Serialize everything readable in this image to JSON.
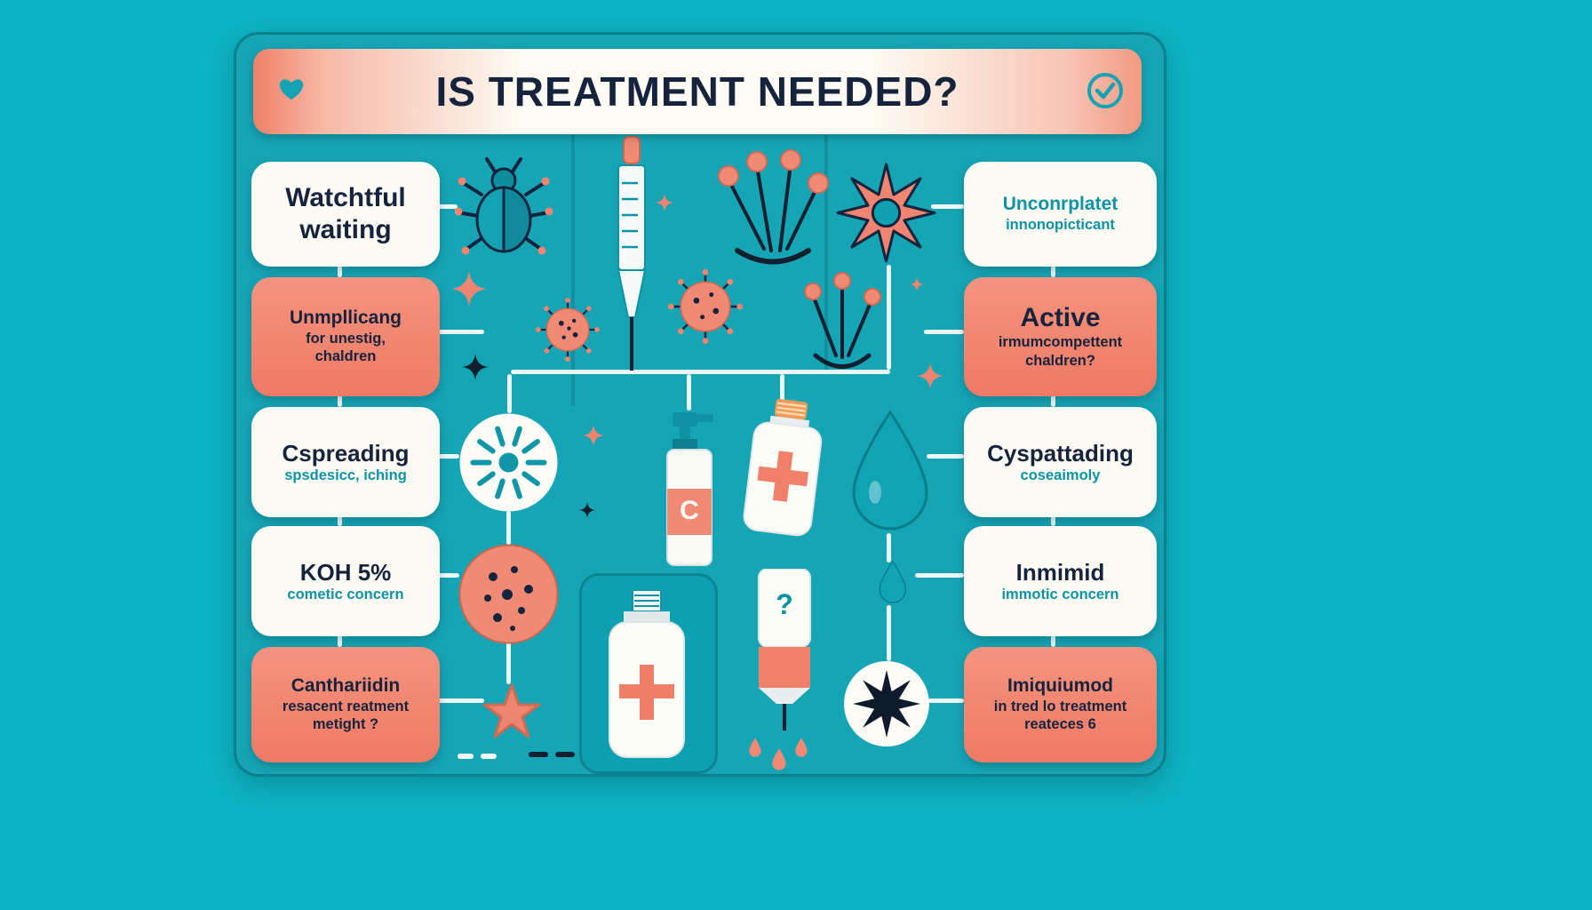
{
  "colors": {
    "background": "#0db4c4",
    "panel": "#16a5b5",
    "coral": "#ef8068",
    "card_white": "#fbfbf4",
    "navy_text": "#16233c",
    "teal_text": "#0d93a5"
  },
  "header": {
    "title": "IS TREATMENT NEEDED?"
  },
  "left_column": [
    {
      "t1": "Watchtful",
      "t2": "waiting"
    },
    {
      "t1": "Unmpllicang",
      "t2": "for unestig,",
      "t3": "chaldren"
    },
    {
      "t1": "Cspreading",
      "t2": "spsdesicc, iching"
    },
    {
      "t1": "KOH 5%",
      "t2": "cometic concern"
    },
    {
      "t1": "Canthariidin",
      "t2": "resacent reatment",
      "t3": "metight ?"
    }
  ],
  "right_column": [
    {
      "t1": "Unconrplatet",
      "t2": "innonopicticant"
    },
    {
      "t1": "Active",
      "t2": "irmumcompettent",
      "t3": "chaldren?"
    },
    {
      "t1": "Cyspattading",
      "t2": "coseaimoly"
    },
    {
      "t1": "Inmimid",
      "t2": "immotic concern"
    },
    {
      "t1": "Imiquiumod",
      "t2": "in tred lo treatment",
      "t3": "reateces 6"
    }
  ],
  "icons": {
    "heart": "heart-icon",
    "check": "check-circle-icon",
    "tick_bug": "tick-icon",
    "syringe": "syringe-icon",
    "virus": "virus-icon",
    "pin_cluster": "pin-cluster-icon",
    "compass_star": "compass-star-icon",
    "sun": "sun-icon",
    "lesion_ball": "dotted-ball-icon",
    "pump_bottle": "pump-bottle-icon",
    "ointment_tube": "ointment-tube-icon",
    "water_drop": "water-drop-icon",
    "treatment_tube": "treatment-tube-icon",
    "question_tube": "question-tube-icon",
    "starburst": "starburst-icon",
    "star": "star-icon",
    "pump_label": "C",
    "question_mark": "?"
  }
}
